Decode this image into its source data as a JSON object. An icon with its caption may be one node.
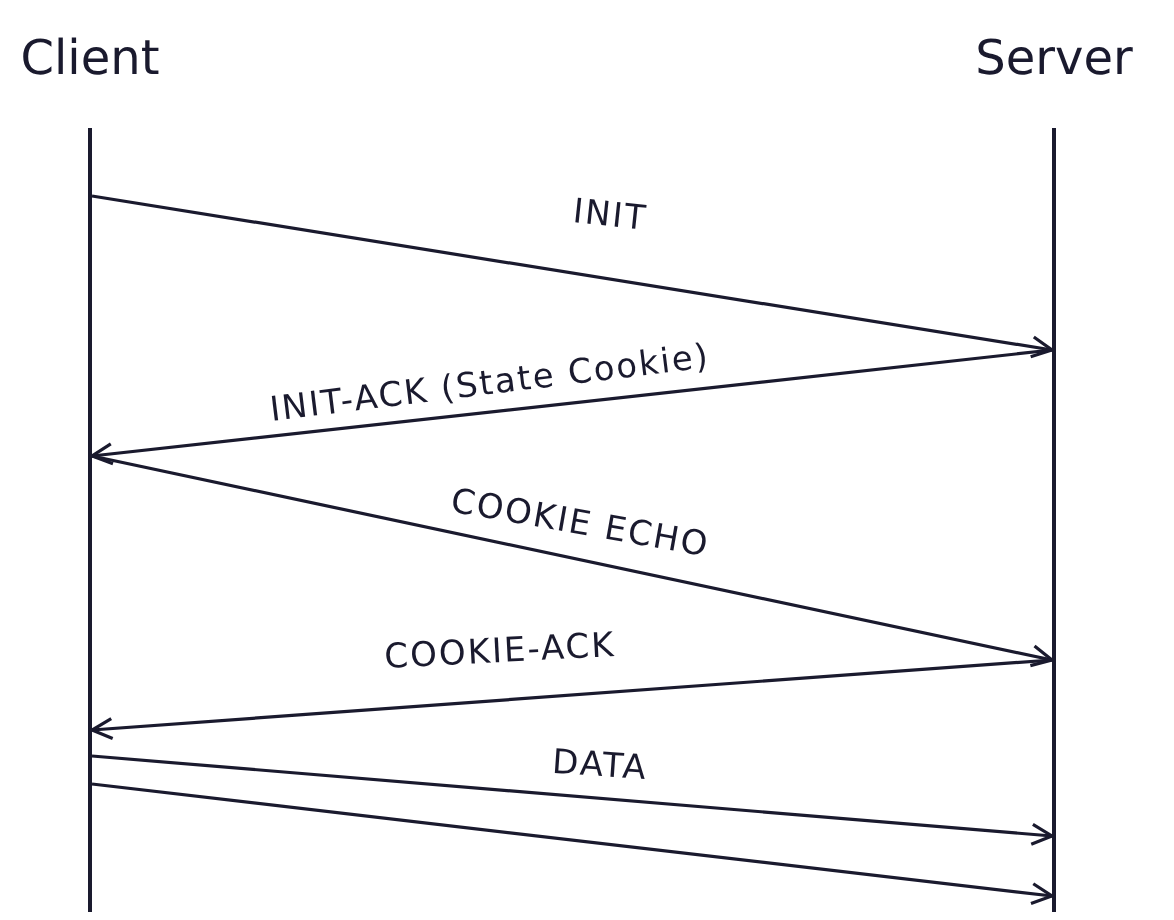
{
  "diagram": {
    "nodes": [
      {
        "text": [
          "Client"
        ]
      },
      {
        "text": [
          "Server"
        ]
      }
    ],
    "edges": [
      {
        "from": 0,
        "to": 1,
        "arrow": "to",
        "label": "INIT"
      },
      {
        "from": 1,
        "to": 0,
        "arrow": "to",
        "label": "INIT-ACK (State Cookie)"
      },
      {
        "from": 0,
        "to": 1,
        "arrow": "to",
        "label": "COOKIE ECHO"
      },
      {
        "from": 1,
        "to": 0,
        "arrow": "to",
        "label": "COOKIE-ACK"
      },
      {
        "from": 0,
        "to": 1,
        "arrow": "to",
        "label": "DATA"
      },
      {
        "from": 0,
        "to": 1,
        "arrow": "to"
      }
    ]
  }
}
